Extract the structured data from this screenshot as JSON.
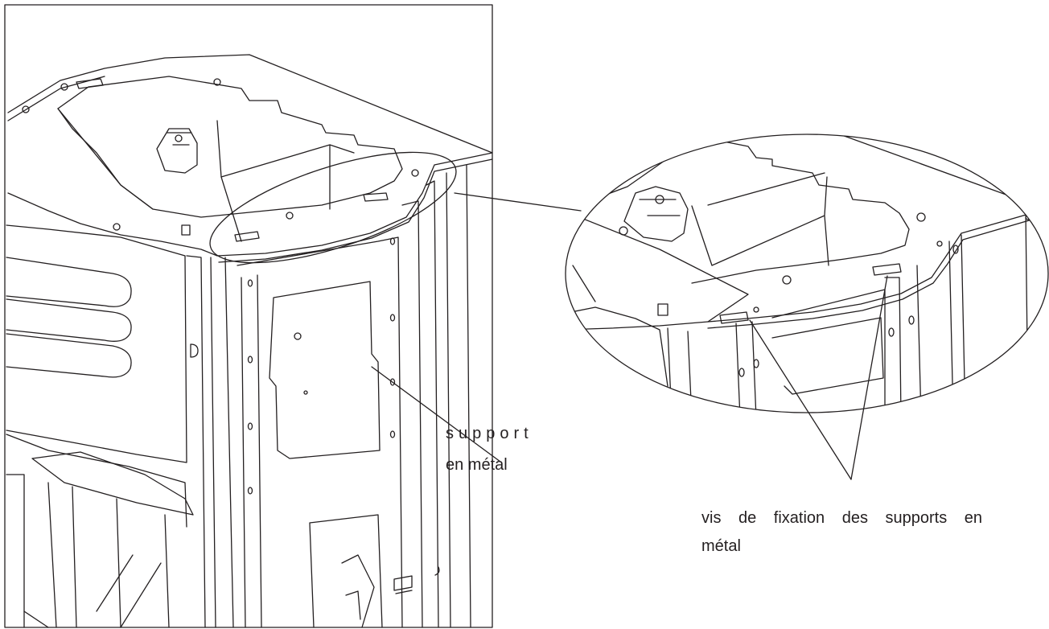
{
  "labels": {
    "support_line1": "support",
    "support_line2": "en métal",
    "screws_line1": "vis de fixation des supports en",
    "screws_line2": "métal"
  },
  "colors": {
    "ink": "#231f20",
    "paper": "#ffffff"
  }
}
